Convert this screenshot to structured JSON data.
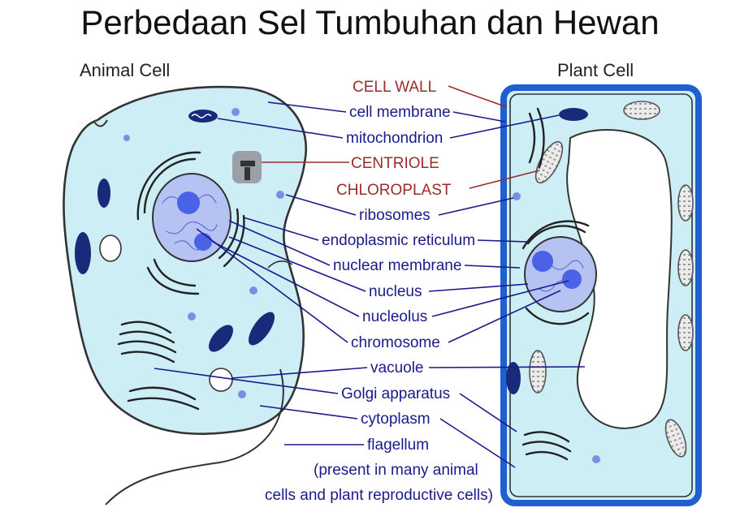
{
  "title": "Perbedaan Sel Tumbuhan dan Hewan",
  "cells": {
    "animal": "Animal Cell",
    "plant": "Plant Cell"
  },
  "labels": {
    "cell_wall": "CELL WALL",
    "cell_membrane": "cell membrane",
    "mitochondrion": "mitochondrion",
    "centriole": "CENTRIOLE",
    "chloroplast": "CHLOROPLAST",
    "ribosomes": "ribosomes",
    "er": "endoplasmic reticulum",
    "nuclear_membrane": "nuclear membrane",
    "nucleus": "nucleus",
    "nucleolus": "nucleolus",
    "chromosome": "chromosome",
    "vacuole": "vacuole",
    "golgi": "Golgi apparatus",
    "cytoplasm": "cytoplasm",
    "flagellum": "flagellum",
    "flagellum_note_1": "(present in many animal",
    "flagellum_note_2": "cells and plant reproductive cells)"
  },
  "colors": {
    "cytoplasm": "#cdeef5",
    "cell_outline": "#333333",
    "plant_wall": "#1f5fd0",
    "nucleus": "#b6c3f2",
    "nucleolus": "#4a63e6",
    "mitochondria": "#1a2a7a",
    "chloroplast": "#e8e8e8",
    "animal_label": "#1a1a8c",
    "plant_label": "#9b2c2c"
  }
}
